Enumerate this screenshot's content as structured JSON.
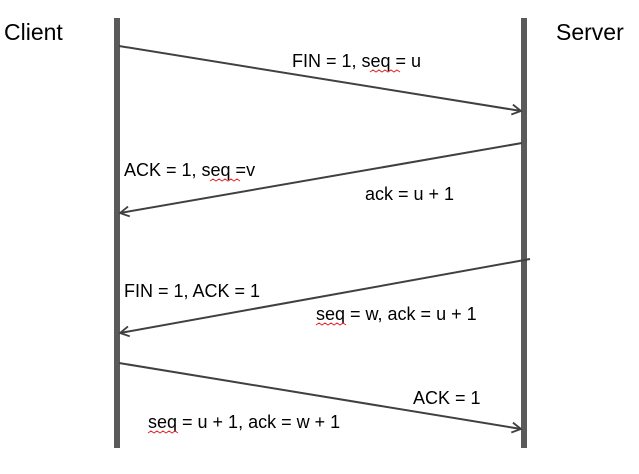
{
  "actors": {
    "client": "Client",
    "server": "Server"
  },
  "messages": [
    {
      "labels": [
        "FIN = 1, seq = u"
      ]
    },
    {
      "labels": [
        "ACK = 1, seq =v",
        "ack = u + 1"
      ]
    },
    {
      "labels": [
        "FIN = 1, ACK = 1",
        "seq = w, ack = u + 1"
      ]
    },
    {
      "labels": [
        "ACK = 1",
        "seq = u + 1, ack = w + 1"
      ]
    }
  ],
  "colors": {
    "lifeline": "#5a5a5a",
    "arrow": "#404040",
    "spellcheck_underline": "#e3262a"
  }
}
